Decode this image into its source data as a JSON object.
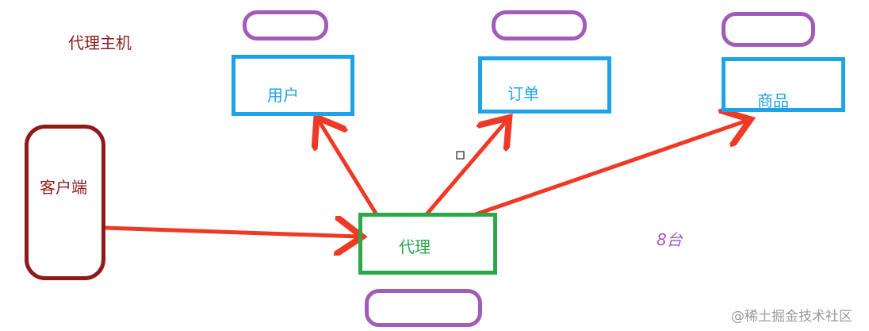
{
  "title": "代理主机",
  "client": {
    "label": "客户端"
  },
  "proxy": {
    "label": "代理"
  },
  "services": [
    {
      "id": "users",
      "label": "用户"
    },
    {
      "id": "orders",
      "label": "订单"
    },
    {
      "id": "products",
      "label": "商品"
    }
  ],
  "count_note": "8台",
  "watermark": "@稀土掘金技术社区",
  "colors": {
    "title": "#8e1a1a",
    "client": "#8e1a1a",
    "service_border": "#1ea3e6",
    "service_text": "#1ea3e6",
    "proxy_border": "#2aa84a",
    "proxy_text": "#2aa84a",
    "pill": "#a35bb8",
    "arrow": "#ee3a24",
    "note": "#a35bb8",
    "watermark": "#9a9a9a"
  }
}
